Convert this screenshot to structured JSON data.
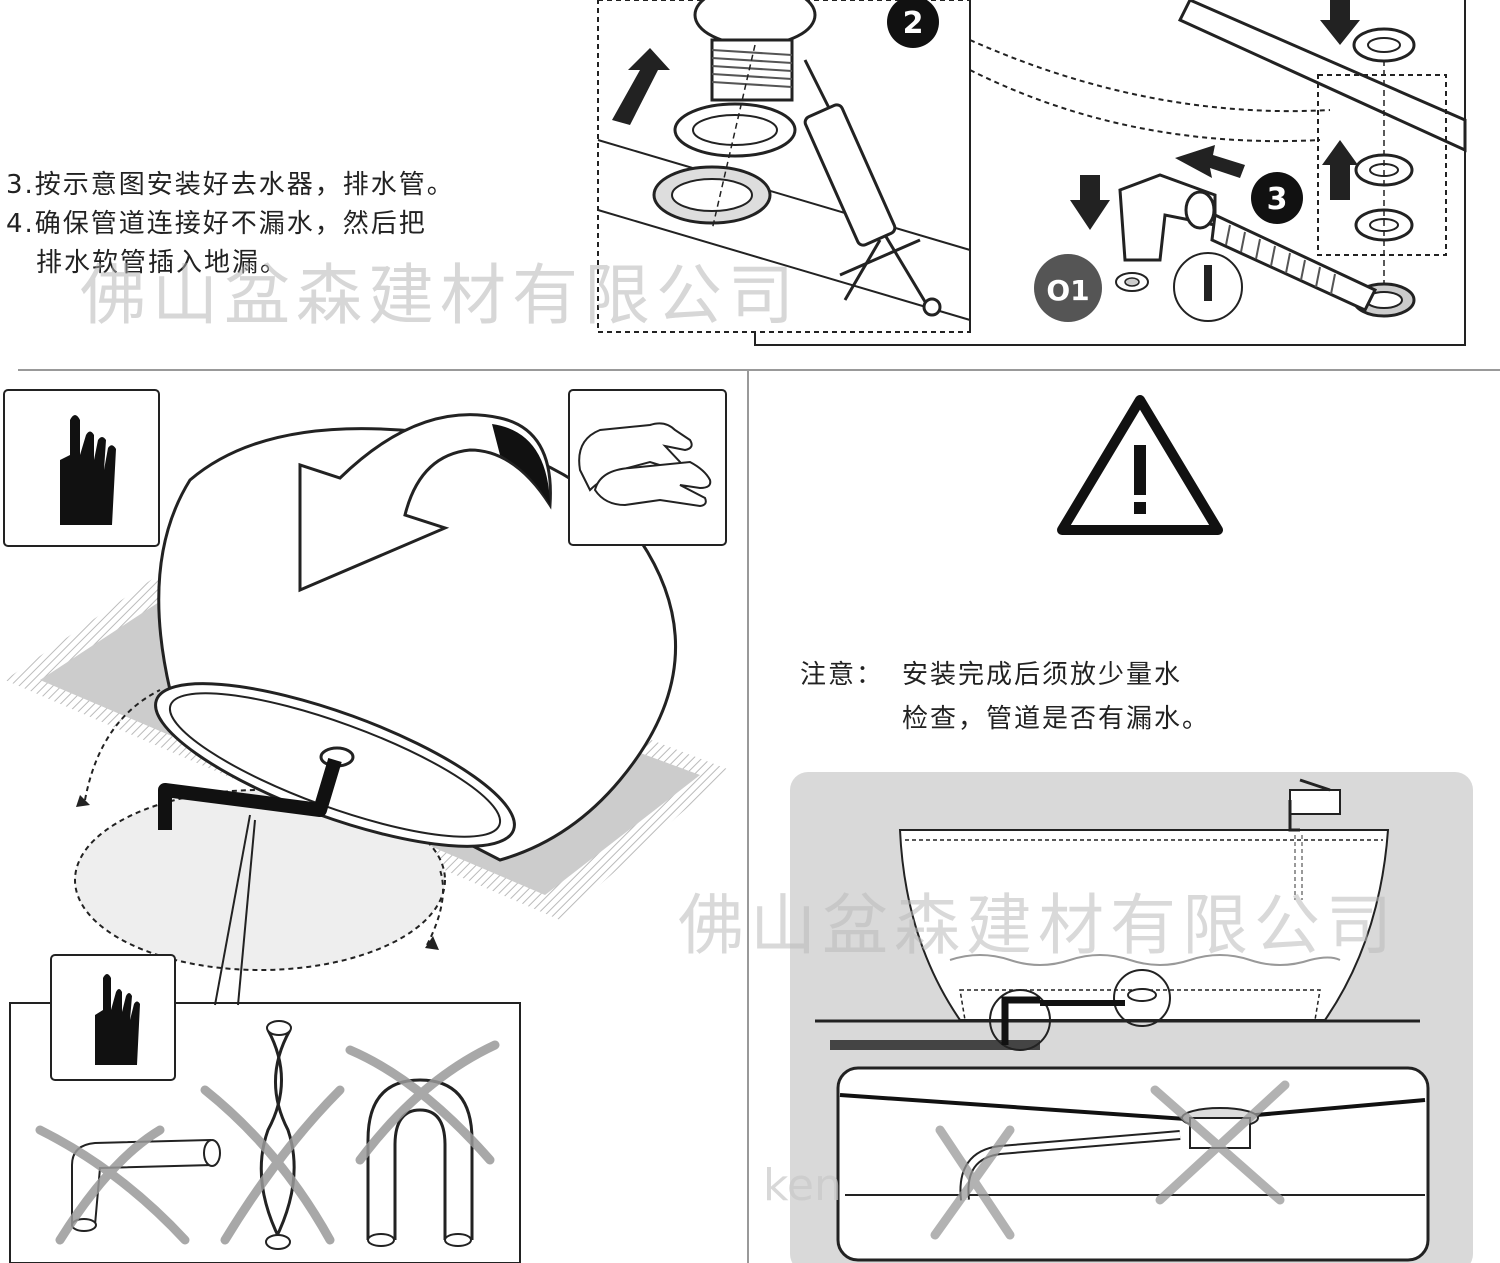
{
  "instructions": {
    "step3": "3.按示意图安装好去水器，排水管。",
    "step4": "4.确保管道连接好不漏水，然后把",
    "step4_cont": "排水软管插入地漏。"
  },
  "watermarks": {
    "top": "佛山盆森建材有限公司",
    "right": "佛山盆森建材有限公司",
    "bottom": "ken"
  },
  "step_badges": {
    "two": "2",
    "three": "3",
    "o1": "O1"
  },
  "notice": {
    "label": "注意：",
    "line1": "安装完成后须放少量水",
    "line2": "检查，管道是否有漏水。"
  },
  "icons": [
    "hand-stop-icon",
    "gloves-icon",
    "warning-icon",
    "water-tap-icon"
  ]
}
